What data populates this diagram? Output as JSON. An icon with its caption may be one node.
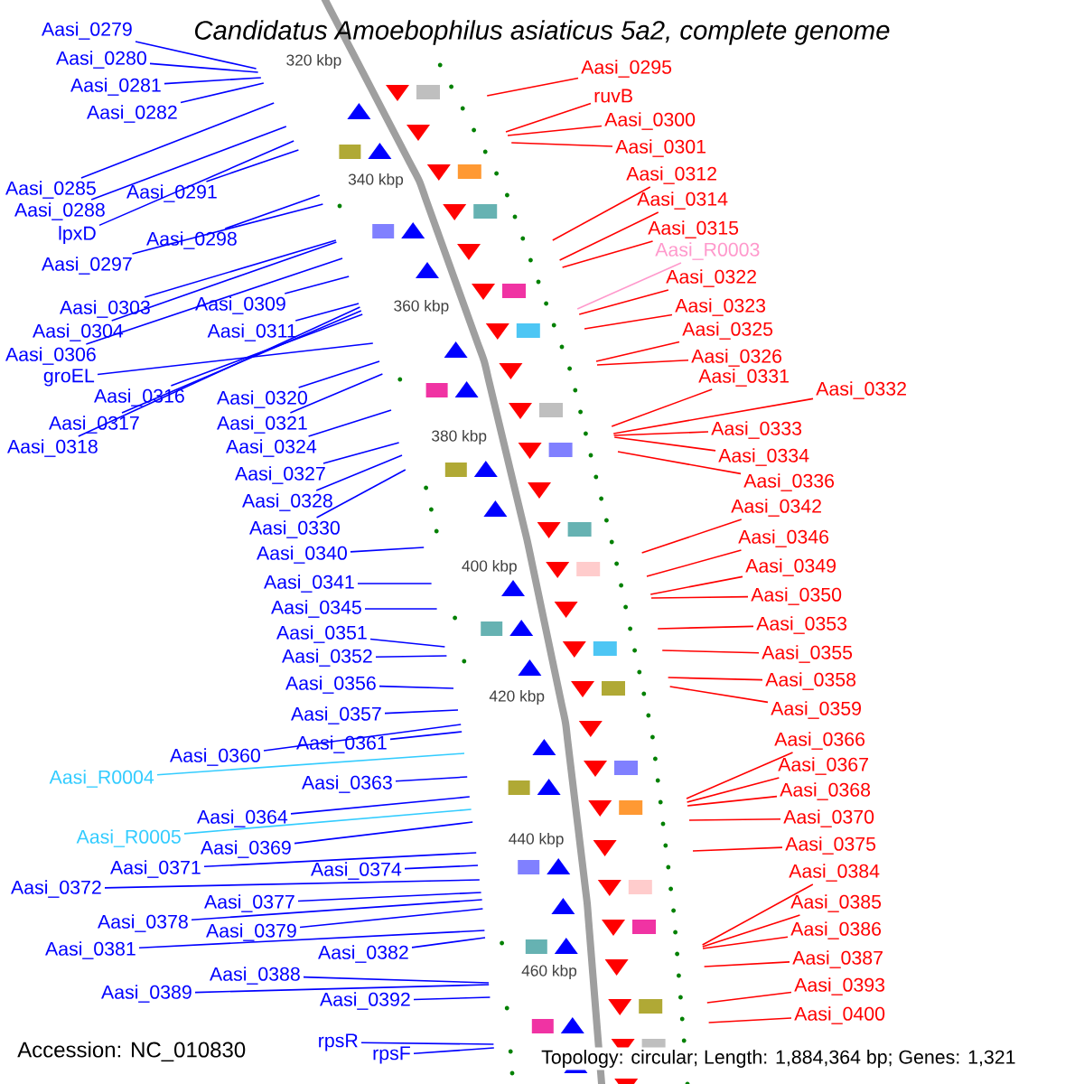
{
  "diagram": {
    "title": "Candidatus Amoebophilus asiaticus 5a2, complete genome",
    "nodes": [
      {
        "text": [
          "Aasi_0279"
        ]
      },
      {
        "text": [
          "Aasi_0280"
        ]
      },
      {
        "text": [
          "Aasi_0281"
        ]
      },
      {
        "text": [
          "Aasi_0282"
        ]
      },
      {
        "text": [
          "Aasi_0285"
        ]
      },
      {
        "text": [
          "Aasi_0288"
        ]
      },
      {
        "text": [
          "lpxD"
        ]
      },
      {
        "text": [
          "Aasi_0291"
        ]
      },
      {
        "text": [
          "Aasi_0297"
        ]
      },
      {
        "text": [
          "Aasi_0298"
        ]
      },
      {
        "text": [
          "Aasi_0303"
        ]
      },
      {
        "text": [
          "Aasi_0304"
        ]
      },
      {
        "text": [
          "Aasi_0306"
        ]
      },
      {
        "text": [
          "Aasi_0309"
        ]
      },
      {
        "text": [
          "Aasi_0311"
        ]
      },
      {
        "text": [
          "groEL"
        ]
      },
      {
        "text": [
          "Aasi_0316"
        ]
      },
      {
        "text": [
          "Aasi_0317"
        ]
      },
      {
        "text": [
          "Aasi_0318"
        ]
      },
      {
        "text": [
          "Aasi_0320"
        ]
      },
      {
        "text": [
          "Aasi_0321"
        ]
      },
      {
        "text": [
          "Aasi_0324"
        ]
      },
      {
        "text": [
          "Aasi_0327"
        ]
      },
      {
        "text": [
          "Aasi_0328"
        ]
      },
      {
        "text": [
          "Aasi_0330"
        ]
      },
      {
        "text": [
          "Aasi_0340"
        ]
      },
      {
        "text": [
          "Aasi_0341"
        ]
      },
      {
        "text": [
          "Aasi_0345"
        ]
      },
      {
        "text": [
          "Aasi_0351"
        ]
      },
      {
        "text": [
          "Aasi_0352"
        ]
      },
      {
        "text": [
          "Aasi_0356"
        ]
      },
      {
        "text": [
          "Aasi_0357"
        ]
      },
      {
        "text": [
          "Aasi_0360"
        ]
      },
      {
        "text": [
          "Aasi_0361"
        ]
      },
      {
        "text": [
          "Aasi_R0004"
        ]
      },
      {
        "text": [
          "Aasi_0363"
        ]
      },
      {
        "text": [
          "Aasi_0364"
        ]
      },
      {
        "text": [
          "Aasi_R0005"
        ]
      },
      {
        "text": [
          "Aasi_0369"
        ]
      },
      {
        "text": [
          "Aasi_0371"
        ]
      },
      {
        "text": [
          "Aasi_0374"
        ]
      },
      {
        "text": [
          "Aasi_0372"
        ]
      },
      {
        "text": [
          "Aasi_0377"
        ]
      },
      {
        "text": [
          "Aasi_0378"
        ]
      },
      {
        "text": [
          "Aasi_0379"
        ]
      },
      {
        "text": [
          "Aasi_0381"
        ]
      },
      {
        "text": [
          "Aasi_0382"
        ]
      },
      {
        "text": [
          "Aasi_0388"
        ]
      },
      {
        "text": [
          "Aasi_0389"
        ]
      },
      {
        "text": [
          "Aasi_0392"
        ]
      },
      {
        "text": [
          "rpsR"
        ]
      },
      {
        "text": [
          "rpsF"
        ]
      },
      {
        "text": [
          "Aasi_0295"
        ]
      },
      {
        "text": [
          "ruvB"
        ]
      },
      {
        "text": [
          "Aasi_0300"
        ]
      },
      {
        "text": [
          "Aasi_0301"
        ]
      },
      {
        "text": [
          "Aasi_0312"
        ]
      },
      {
        "text": [
          "Aasi_0314"
        ]
      },
      {
        "text": [
          "Aasi_0315"
        ]
      },
      {
        "text": [
          "Aasi_R0003"
        ]
      },
      {
        "text": [
          "Aasi_0322"
        ]
      },
      {
        "text": [
          "Aasi_0323"
        ]
      },
      {
        "text": [
          "Aasi_0325"
        ]
      },
      {
        "text": [
          "Aasi_0326"
        ]
      },
      {
        "text": [
          "Aasi_0331"
        ]
      },
      {
        "text": [
          "Aasi_0332"
        ]
      },
      {
        "text": [
          "Aasi_0333"
        ]
      },
      {
        "text": [
          "Aasi_0334"
        ]
      },
      {
        "text": [
          "Aasi_0336"
        ]
      },
      {
        "text": [
          "Aasi_0342"
        ]
      },
      {
        "text": [
          "Aasi_0346"
        ]
      },
      {
        "text": [
          "Aasi_0349"
        ]
      },
      {
        "text": [
          "Aasi_0350"
        ]
      },
      {
        "text": [
          "Aasi_0353"
        ]
      },
      {
        "text": [
          "Aasi_0355"
        ]
      },
      {
        "text": [
          "Aasi_0358"
        ]
      },
      {
        "text": [
          "Aasi_0359"
        ]
      },
      {
        "text": [
          "Aasi_0366"
        ]
      },
      {
        "text": [
          "Aasi_0367"
        ]
      },
      {
        "text": [
          "Aasi_0368"
        ]
      },
      {
        "text": [
          "Aasi_0370"
        ]
      },
      {
        "text": [
          "Aasi_0375"
        ]
      },
      {
        "text": [
          "Aasi_0384"
        ]
      },
      {
        "text": [
          "Aasi_0385"
        ]
      },
      {
        "text": [
          "Aasi_0386"
        ]
      },
      {
        "text": [
          "Aasi_0387"
        ]
      },
      {
        "text": [
          "Aasi_0393"
        ]
      },
      {
        "text": [
          "Aasi_0400"
        ]
      }
    ],
    "edges": [
      {
        "from": 0,
        "to": null,
        "arrow": "none",
        "color": "#0000ff"
      },
      {
        "from": 1,
        "to": null,
        "arrow": "none",
        "color": "#0000ff"
      },
      {
        "from": 2,
        "to": null,
        "arrow": "none",
        "color": "#0000ff"
      },
      {
        "from": 3,
        "to": null,
        "arrow": "none",
        "color": "#0000ff"
      },
      {
        "from": 4,
        "to": null,
        "arrow": "none",
        "color": "#0000ff"
      },
      {
        "from": 5,
        "to": null,
        "arrow": "none",
        "color": "#0000ff"
      },
      {
        "from": 6,
        "to": null,
        "arrow": "none",
        "color": "#0000ff"
      },
      {
        "from": 7,
        "to": null,
        "arrow": "none",
        "color": "#0000ff"
      },
      {
        "from": 8,
        "to": null,
        "arrow": "none",
        "color": "#0000ff"
      },
      {
        "from": 9,
        "to": null,
        "arrow": "none",
        "color": "#0000ff"
      },
      {
        "from": 10,
        "to": null,
        "arrow": "none",
        "color": "#0000ff"
      },
      {
        "from": 11,
        "to": null,
        "arrow": "none",
        "color": "#0000ff"
      },
      {
        "from": 12,
        "to": null,
        "arrow": "none",
        "color": "#0000ff"
      },
      {
        "from": 13,
        "to": null,
        "arrow": "none",
        "color": "#0000ff"
      },
      {
        "from": 14,
        "to": null,
        "arrow": "none",
        "color": "#0000ff"
      },
      {
        "from": 15,
        "to": null,
        "arrow": "none",
        "color": "#0000ff"
      },
      {
        "from": 16,
        "to": null,
        "arrow": "none",
        "color": "#0000ff"
      },
      {
        "from": 17,
        "to": null,
        "arrow": "none",
        "color": "#0000ff"
      },
      {
        "from": 18,
        "to": null,
        "arrow": "none",
        "color": "#0000ff"
      },
      {
        "from": 19,
        "to": null,
        "arrow": "none",
        "color": "#0000ff"
      },
      {
        "from": 20,
        "to": null,
        "arrow": "none",
        "color": "#0000ff"
      },
      {
        "from": 21,
        "to": null,
        "arrow": "none",
        "color": "#0000ff"
      },
      {
        "from": 22,
        "to": null,
        "arrow": "none",
        "color": "#0000ff"
      },
      {
        "from": 23,
        "to": null,
        "arrow": "none",
        "color": "#0000ff"
      },
      {
        "from": 24,
        "to": null,
        "arrow": "none",
        "color": "#0000ff"
      },
      {
        "from": 25,
        "to": null,
        "arrow": "none",
        "color": "#0000ff"
      },
      {
        "from": 26,
        "to": null,
        "arrow": "none",
        "color": "#0000ff"
      },
      {
        "from": 27,
        "to": null,
        "arrow": "none",
        "color": "#0000ff"
      },
      {
        "from": 28,
        "to": null,
        "arrow": "none",
        "color": "#0000ff"
      },
      {
        "from": 29,
        "to": null,
        "arrow": "none",
        "color": "#0000ff"
      },
      {
        "from": 30,
        "to": null,
        "arrow": "none",
        "color": "#0000ff"
      },
      {
        "from": 31,
        "to": null,
        "arrow": "none",
        "color": "#0000ff"
      },
      {
        "from": 32,
        "to": null,
        "arrow": "none",
        "color": "#0000ff"
      },
      {
        "from": 33,
        "to": null,
        "arrow": "none",
        "color": "#0000ff"
      },
      {
        "from": 34,
        "to": null,
        "arrow": "none",
        "color": "#33ccff"
      },
      {
        "from": 35,
        "to": null,
        "arrow": "none",
        "color": "#0000ff"
      },
      {
        "from": 36,
        "to": null,
        "arrow": "none",
        "color": "#0000ff"
      },
      {
        "from": 37,
        "to": null,
        "arrow": "none",
        "color": "#33ccff"
      },
      {
        "from": 38,
        "to": null,
        "arrow": "none",
        "color": "#0000ff"
      },
      {
        "from": 39,
        "to": null,
        "arrow": "none",
        "color": "#0000ff"
      },
      {
        "from": 40,
        "to": null,
        "arrow": "none",
        "color": "#0000ff"
      },
      {
        "from": 41,
        "to": null,
        "arrow": "none",
        "color": "#0000ff"
      },
      {
        "from": 42,
        "to": null,
        "arrow": "none",
        "color": "#0000ff"
      },
      {
        "from": 43,
        "to": null,
        "arrow": "none",
        "color": "#0000ff"
      },
      {
        "from": 44,
        "to": null,
        "arrow": "none",
        "color": "#0000ff"
      },
      {
        "from": 45,
        "to": null,
        "arrow": "none",
        "color": "#0000ff"
      },
      {
        "from": 46,
        "to": null,
        "arrow": "none",
        "color": "#0000ff"
      },
      {
        "from": 47,
        "to": null,
        "arrow": "none",
        "color": "#0000ff"
      },
      {
        "from": 48,
        "to": null,
        "arrow": "none",
        "color": "#0000ff"
      },
      {
        "from": 49,
        "to": null,
        "arrow": "none",
        "color": "#0000ff"
      },
      {
        "from": 50,
        "to": null,
        "arrow": "none",
        "color": "#0000ff"
      },
      {
        "from": 51,
        "to": null,
        "arrow": "none",
        "color": "#0000ff"
      },
      {
        "from": 52,
        "to": null,
        "arrow": "none",
        "color": "#ff0000"
      },
      {
        "from": 53,
        "to": null,
        "arrow": "none",
        "color": "#ff0000"
      },
      {
        "from": 54,
        "to": null,
        "arrow": "none",
        "color": "#ff0000"
      },
      {
        "from": 55,
        "to": null,
        "arrow": "none",
        "color": "#ff0000"
      },
      {
        "from": 56,
        "to": null,
        "arrow": "none",
        "color": "#ff0000"
      },
      {
        "from": 57,
        "to": null,
        "arrow": "none",
        "color": "#ff0000"
      },
      {
        "from": 58,
        "to": null,
        "arrow": "none",
        "color": "#ff0000"
      },
      {
        "from": 59,
        "to": null,
        "arrow": "none",
        "color": "#ff99cc"
      },
      {
        "from": 60,
        "to": null,
        "arrow": "none",
        "color": "#ff0000"
      },
      {
        "from": 61,
        "to": null,
        "arrow": "none",
        "color": "#ff0000"
      },
      {
        "from": 62,
        "to": null,
        "arrow": "none",
        "color": "#ff0000"
      },
      {
        "from": 63,
        "to": null,
        "arrow": "none",
        "color": "#ff0000"
      },
      {
        "from": 64,
        "to": null,
        "arrow": "none",
        "color": "#ff0000"
      },
      {
        "from": 65,
        "to": null,
        "arrow": "none",
        "color": "#ff0000"
      },
      {
        "from": 66,
        "to": null,
        "arrow": "none",
        "color": "#ff0000"
      },
      {
        "from": 67,
        "to": null,
        "arrow": "none",
        "color": "#ff0000"
      },
      {
        "from": 68,
        "to": null,
        "arrow": "none",
        "color": "#ff0000"
      },
      {
        "from": 69,
        "to": null,
        "arrow": "none",
        "color": "#ff0000"
      },
      {
        "from": 70,
        "to": null,
        "arrow": "none",
        "color": "#ff0000"
      },
      {
        "from": 71,
        "to": null,
        "arrow": "none",
        "color": "#ff0000"
      },
      {
        "from": 72,
        "to": null,
        "arrow": "none",
        "color": "#ff0000"
      },
      {
        "from": 73,
        "to": null,
        "arrow": "none",
        "color": "#ff0000"
      },
      {
        "from": 74,
        "to": null,
        "arrow": "none",
        "color": "#ff0000"
      },
      {
        "from": 75,
        "to": null,
        "arrow": "none",
        "color": "#ff0000"
      },
      {
        "from": 76,
        "to": null,
        "arrow": "none",
        "color": "#ff0000"
      },
      {
        "from": 77,
        "to": null,
        "arrow": "none",
        "color": "#ff0000"
      },
      {
        "from": 78,
        "to": null,
        "arrow": "none",
        "color": "#ff0000"
      },
      {
        "from": 79,
        "to": null,
        "arrow": "none",
        "color": "#ff0000"
      },
      {
        "from": 80,
        "to": null,
        "arrow": "none",
        "color": "#ff0000"
      },
      {
        "from": 81,
        "to": null,
        "arrow": "none",
        "color": "#ff0000"
      },
      {
        "from": 82,
        "to": null,
        "arrow": "none",
        "color": "#ff0000"
      },
      {
        "from": 83,
        "to": null,
        "arrow": "none",
        "color": "#ff0000"
      },
      {
        "from": 84,
        "to": null,
        "arrow": "none",
        "color": "#ff0000"
      },
      {
        "from": 85,
        "to": null,
        "arrow": "none",
        "color": "#ff0000"
      },
      {
        "from": 86,
        "to": null,
        "arrow": "none",
        "color": "#ff0000"
      },
      {
        "from": 87,
        "to": null,
        "arrow": "none",
        "color": "#ff0000"
      }
    ],
    "labels": [
      "320 kbp",
      "340 kbp",
      "360 kbp",
      "380 kbp",
      "400 kbp",
      "420 kbp",
      "440 kbp",
      "460 kbp",
      "Accession: NC_010830",
      "Topology: circular; Length: 1,884,364 bp; Genes: 1,321"
    ]
  }
}
